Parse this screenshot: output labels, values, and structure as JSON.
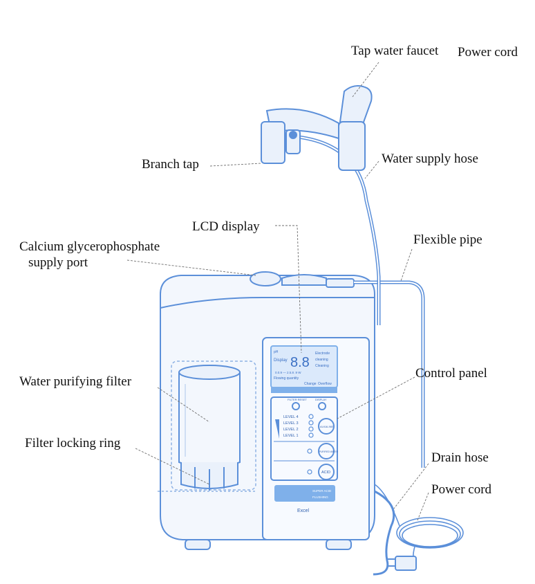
{
  "labels": {
    "tap_water_faucet": "Tap water faucet",
    "power_cord_top": "Power cord",
    "branch_tap": "Branch tap",
    "water_supply_hose": "Water supply hose",
    "lcd_display": "LCD display",
    "calcium_port_line1": "Calcium glycerophosphate",
    "calcium_port_line2": "supply port",
    "flexible_pipe": "Flexible pipe",
    "control_panel": "Control panel",
    "water_purifying_filter": "Water purifying filter",
    "filter_locking_ring": "Filter locking ring",
    "drain_hose": "Drain hose",
    "power_cord_bottom": "Power cord"
  },
  "lcd": {
    "ph": "pH",
    "display": "Display",
    "digits": "8.8",
    "electrode": "Electrode",
    "cleaning1": "cleaning",
    "cleaning2": "Cleaning",
    "scale": "0.0.9 — 2.5.8 .9 W",
    "flowing_quantity": "Flowing quantity",
    "change": "Change",
    "overflow": "Overflow"
  },
  "panel": {
    "filter_reset": "FILTER RESET",
    "display_btn": "DISPLAY",
    "levels": [
      "LEVEL 4",
      "LEVEL 3",
      "LEVEL 2",
      "LEVEL 1"
    ],
    "alkaline": "ALKALINE",
    "purified": "PURIFIED WATER",
    "acid": "ACID",
    "super_acid": "SUPER ACID",
    "flushing": "FLUSHING",
    "brand": "Excel"
  },
  "colors": {
    "outline": "#5b8fd9",
    "fill": "#eaf1fb",
    "lcd_blue": "#7fb0ea",
    "leader": "#6f6f6f"
  }
}
